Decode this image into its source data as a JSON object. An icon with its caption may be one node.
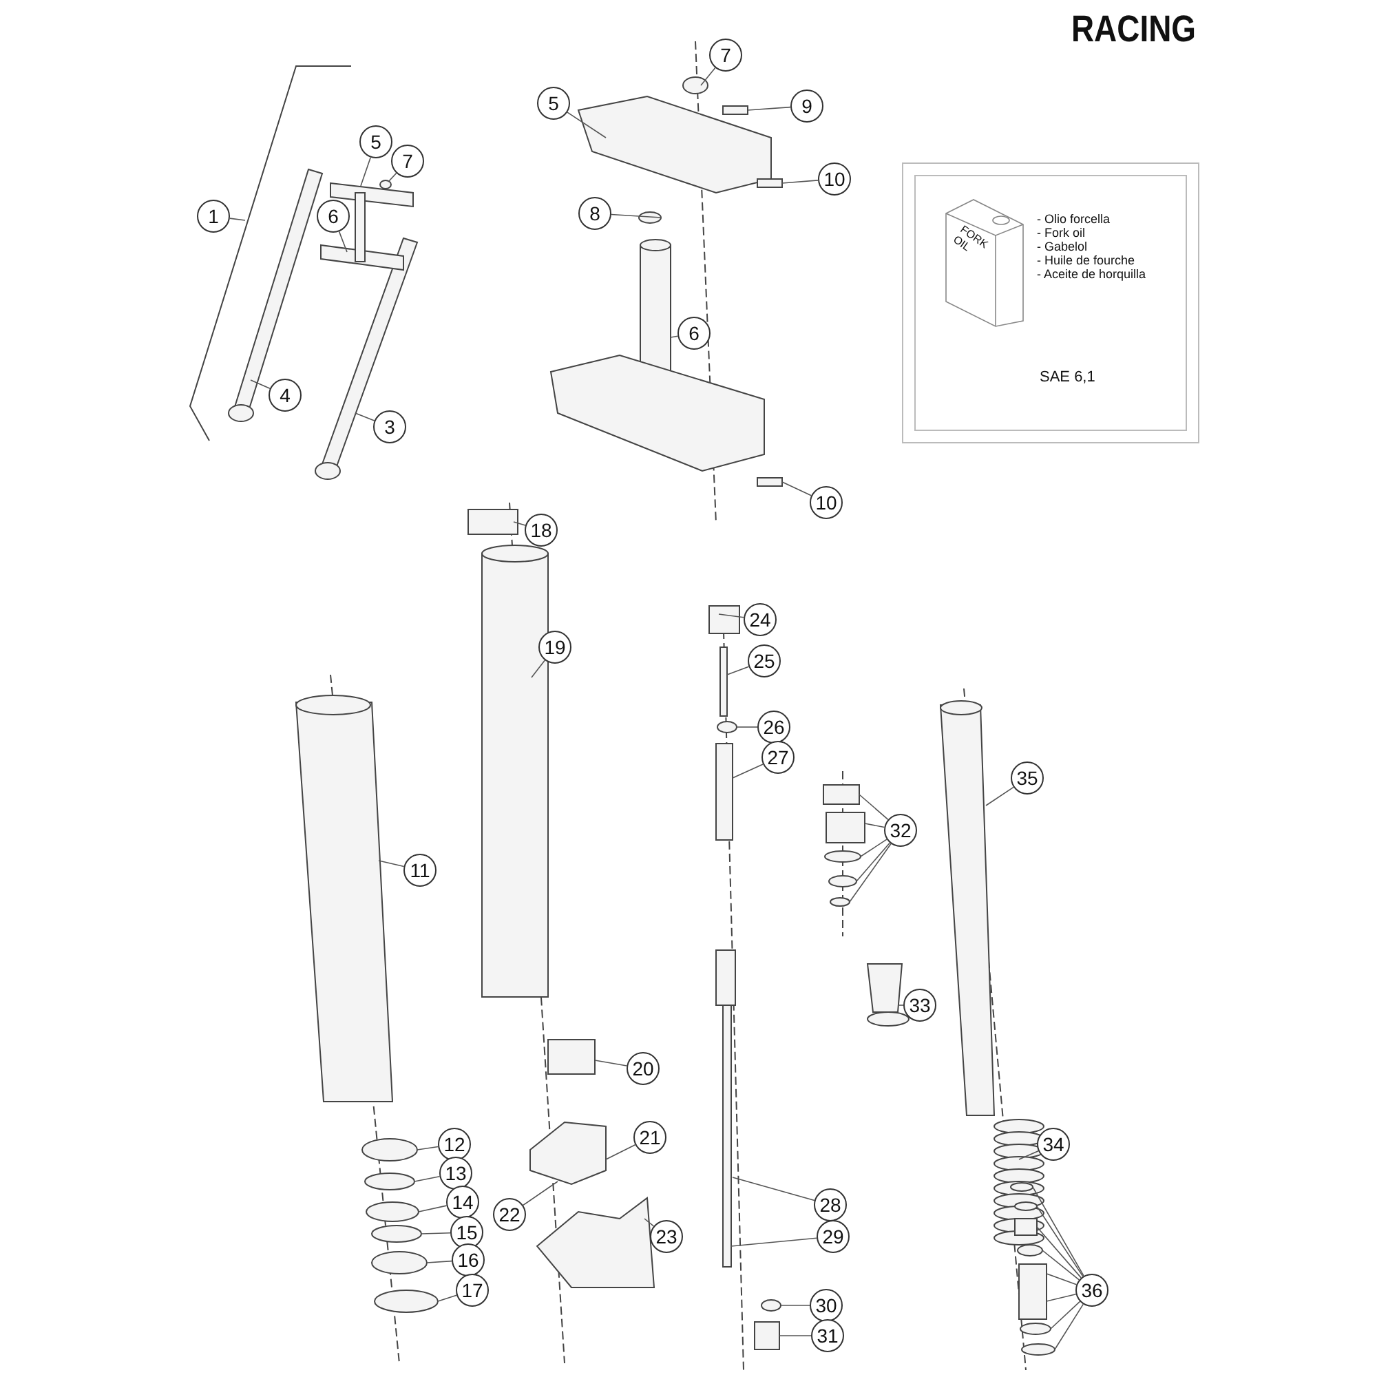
{
  "diagram": {
    "title": "RACING",
    "nodes": [
      {
        "text": [
          "1"
        ]
      },
      {
        "text": [
          "5"
        ]
      },
      {
        "text": [
          "7"
        ]
      },
      {
        "text": [
          "6"
        ]
      },
      {
        "text": [
          "4"
        ]
      },
      {
        "text": [
          "3"
        ]
      },
      {
        "text": [
          "7"
        ]
      },
      {
        "text": [
          "5"
        ]
      },
      {
        "text": [
          "9"
        ]
      },
      {
        "text": [
          "10"
        ]
      },
      {
        "text": [
          "8"
        ]
      },
      {
        "text": [
          "6"
        ]
      },
      {
        "text": [
          "10"
        ]
      },
      {
        "text": [
          "18"
        ]
      },
      {
        "text": [
          "24"
        ]
      },
      {
        "text": [
          "19"
        ]
      },
      {
        "text": [
          "25"
        ]
      },
      {
        "text": [
          "26"
        ]
      },
      {
        "text": [
          "27"
        ]
      },
      {
        "text": [
          "11"
        ]
      },
      {
        "text": [
          "32"
        ]
      },
      {
        "text": [
          "35"
        ]
      },
      {
        "text": [
          "33"
        ]
      },
      {
        "text": [
          "20"
        ]
      },
      {
        "text": [
          "21"
        ]
      },
      {
        "text": [
          "12"
        ]
      },
      {
        "text": [
          "13"
        ]
      },
      {
        "text": [
          "14"
        ]
      },
      {
        "text": [
          "15"
        ]
      },
      {
        "text": [
          "16"
        ]
      },
      {
        "text": [
          "17"
        ]
      },
      {
        "text": [
          "22"
        ]
      },
      {
        "text": [
          "23"
        ]
      },
      {
        "text": [
          "34"
        ]
      },
      {
        "text": [
          "28"
        ]
      },
      {
        "text": [
          "29"
        ]
      },
      {
        "text": [
          "30"
        ]
      },
      {
        "text": [
          "31"
        ]
      },
      {
        "text": [
          "36"
        ]
      },
      {
        "text": [
          "- Olio forcella",
          "- Fork oil",
          "- Gabelol",
          "- Huile de fourche",
          "- Aceite de horquilla",
          "SAE 6,1"
        ]
      },
      {
        "text": [
          "FORK OIL"
        ],
        "in": 39
      }
    ],
    "edges": [
      {
        "from": 0,
        "to": null,
        "arrow": "none"
      },
      {
        "from": 1,
        "to": null,
        "arrow": "none"
      },
      {
        "from": 2,
        "to": null,
        "arrow": "none"
      },
      {
        "from": 3,
        "to": null,
        "arrow": "none"
      },
      {
        "from": 4,
        "to": null,
        "arrow": "none"
      },
      {
        "from": 5,
        "to": null,
        "arrow": "none"
      },
      {
        "from": 6,
        "to": null,
        "arrow": "none"
      },
      {
        "from": 7,
        "to": null,
        "arrow": "none"
      },
      {
        "from": 8,
        "to": null,
        "arrow": "none"
      },
      {
        "from": 9,
        "to": null,
        "arrow": "none"
      },
      {
        "from": 10,
        "to": null,
        "arrow": "none"
      },
      {
        "from": 11,
        "to": null,
        "arrow": "none"
      },
      {
        "from": 12,
        "to": null,
        "arrow": "none"
      },
      {
        "from": 13,
        "to": null,
        "arrow": "none"
      },
      {
        "from": 14,
        "to": null,
        "arrow": "none"
      },
      {
        "from": 15,
        "to": null,
        "arrow": "none"
      },
      {
        "from": 16,
        "to": null,
        "arrow": "none"
      },
      {
        "from": 17,
        "to": null,
        "arrow": "none"
      },
      {
        "from": 18,
        "to": null,
        "arrow": "none"
      },
      {
        "from": 19,
        "to": null,
        "arrow": "none"
      },
      {
        "from": 20,
        "to": null,
        "arrow": "none"
      },
      {
        "from": 20,
        "to": null,
        "arrow": "none"
      },
      {
        "from": 20,
        "to": null,
        "arrow": "none"
      },
      {
        "from": 20,
        "to": null,
        "arrow": "none"
      },
      {
        "from": 20,
        "to": null,
        "arrow": "none"
      },
      {
        "from": 21,
        "to": null,
        "arrow": "none"
      },
      {
        "from": 22,
        "to": null,
        "arrow": "none"
      },
      {
        "from": 23,
        "to": null,
        "arrow": "none"
      },
      {
        "from": 24,
        "to": null,
        "arrow": "none"
      },
      {
        "from": 25,
        "to": null,
        "arrow": "none"
      },
      {
        "from": 26,
        "to": null,
        "arrow": "none"
      },
      {
        "from": 27,
        "to": null,
        "arrow": "none"
      },
      {
        "from": 28,
        "to": null,
        "arrow": "none"
      },
      {
        "from": 29,
        "to": null,
        "arrow": "none"
      },
      {
        "from": 30,
        "to": null,
        "arrow": "none"
      },
      {
        "from": 31,
        "to": null,
        "arrow": "none"
      },
      {
        "from": 32,
        "to": null,
        "arrow": "none"
      },
      {
        "from": 33,
        "to": null,
        "arrow": "none"
      },
      {
        "from": 34,
        "to": null,
        "arrow": "none"
      },
      {
        "from": 35,
        "to": null,
        "arrow": "none"
      },
      {
        "from": 36,
        "to": null,
        "arrow": "none"
      },
      {
        "from": 37,
        "to": null,
        "arrow": "none"
      },
      {
        "from": 38,
        "to": null,
        "arrow": "none"
      },
      {
        "from": 38,
        "to": null,
        "arrow": "none"
      },
      {
        "from": 38,
        "to": null,
        "arrow": "none"
      },
      {
        "from": 38,
        "to": null,
        "arrow": "none"
      },
      {
        "from": 38,
        "to": null,
        "arrow": "none"
      },
      {
        "from": 38,
        "to": null,
        "arrow": "none"
      },
      {
        "from": 38,
        "to": null,
        "arrow": "none"
      },
      {
        "from": 38,
        "to": null,
        "arrow": "none"
      }
    ]
  }
}
